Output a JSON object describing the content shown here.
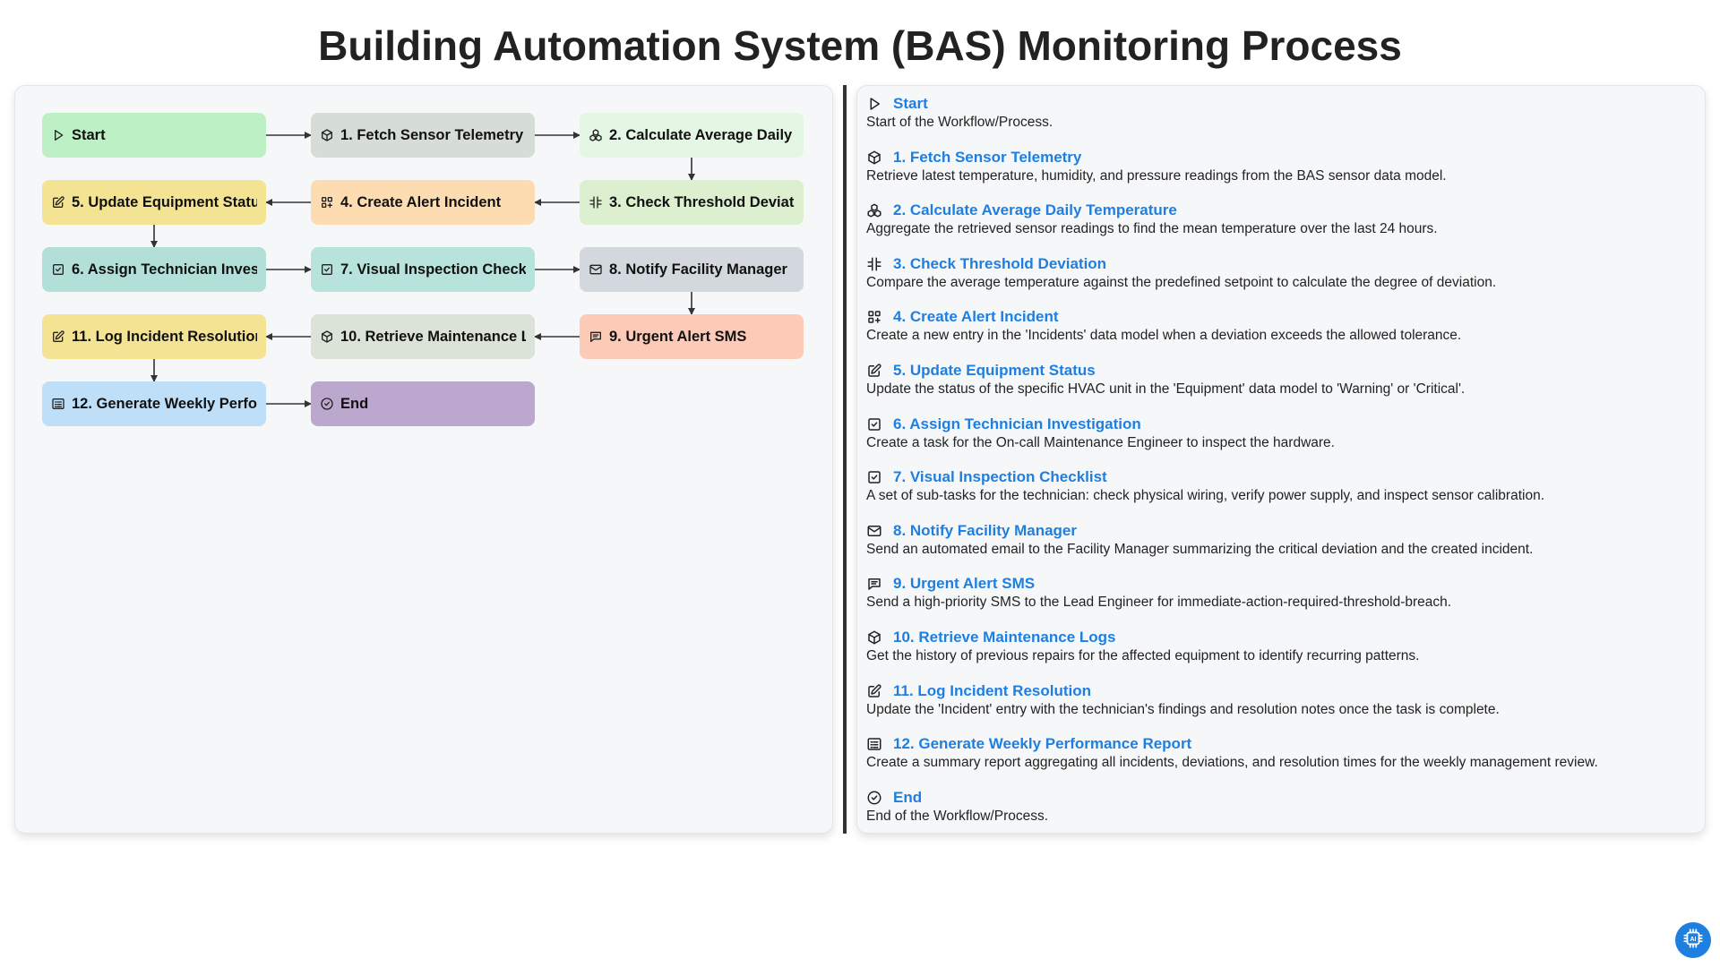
{
  "page": {
    "title": "Building Automation System (BAS) Monitoring Process"
  },
  "flow": {
    "nodes": [
      {
        "id": "start",
        "label": "Start",
        "icon": "play-icon",
        "color": "#bdf0c4"
      },
      {
        "id": "n1",
        "label": "1. Fetch Sensor Telemetry",
        "icon": "cube-icon",
        "color": "#d6ddd6"
      },
      {
        "id": "n2",
        "label": "2. Calculate Average Daily Temperature",
        "icon": "cluster-icon",
        "color": "#e4f6e4"
      },
      {
        "id": "n3",
        "label": "3. Check Threshold Deviation",
        "icon": "hash-icon",
        "color": "#dcf0cf"
      },
      {
        "id": "n4",
        "label": "4. Create Alert Incident",
        "icon": "grid-plus-icon",
        "color": "#fddcb2"
      },
      {
        "id": "n5",
        "label": "5. Update Equipment Status",
        "icon": "edit-icon",
        "color": "#f3e393"
      },
      {
        "id": "n6",
        "label": "6. Assign Technician Investigation",
        "icon": "checkbox-icon",
        "color": "#b2e0d9"
      },
      {
        "id": "n7",
        "label": "7. Visual Inspection Checklist",
        "icon": "checkbox-icon",
        "color": "#b7e3dc"
      },
      {
        "id": "n8",
        "label": "8. Notify Facility Manager",
        "icon": "mail-icon",
        "color": "#d3d8de"
      },
      {
        "id": "n9",
        "label": "9. Urgent Alert SMS",
        "icon": "message-icon",
        "color": "#fdcab8"
      },
      {
        "id": "n10",
        "label": "10. Retrieve Maintenance Logs",
        "icon": "cube-icon",
        "color": "#dbe2d8"
      },
      {
        "id": "n11",
        "label": "11. Log Incident Resolution",
        "icon": "edit-icon",
        "color": "#f3e393"
      },
      {
        "id": "n12",
        "label": "12. Generate Weekly Performance Report",
        "icon": "list-icon",
        "color": "#bfdff8"
      },
      {
        "id": "end",
        "label": "End",
        "icon": "check-circle-icon",
        "color": "#bca7cf"
      }
    ]
  },
  "details": [
    {
      "icon": "play-icon",
      "title": "Start",
      "text": "Start of the Workflow/Process."
    },
    {
      "icon": "cube-icon",
      "title": "1. Fetch Sensor Telemetry",
      "text": "Retrieve latest temperature, humidity, and pressure readings from the BAS sensor data model."
    },
    {
      "icon": "cluster-icon",
      "title": "2. Calculate Average Daily Temperature",
      "text": "Aggregate the retrieved sensor readings to find the mean temperature over the last 24 hours."
    },
    {
      "icon": "hash-icon",
      "title": "3. Check Threshold Deviation",
      "text": "Compare the average temperature against the predefined setpoint to calculate the degree of deviation."
    },
    {
      "icon": "grid-plus-icon",
      "title": "4. Create Alert Incident",
      "text": "Create a new entry in the 'Incidents' data model when a deviation exceeds the allowed tolerance."
    },
    {
      "icon": "edit-icon",
      "title": "5. Update Equipment Status",
      "text": "Update the status of the specific HVAC unit in the 'Equipment' data model to 'Warning' or 'Critical'."
    },
    {
      "icon": "checkbox-icon",
      "title": "6. Assign Technician Investigation",
      "text": "Create a task for the On-call Maintenance Engineer to inspect the hardware."
    },
    {
      "icon": "checkbox-icon",
      "title": "7. Visual Inspection Checklist",
      "text": "A set of sub-tasks for the technician: check physical wiring, verify power supply, and inspect sensor calibration."
    },
    {
      "icon": "mail-icon",
      "title": "8. Notify Facility Manager",
      "text": "Send an automated email to the Facility Manager summarizing the critical deviation and the created incident."
    },
    {
      "icon": "message-icon",
      "title": "9. Urgent Alert SMS",
      "text": "Send a high-priority SMS to the Lead Engineer for immediate-action-required-threshold-breach."
    },
    {
      "icon": "cube-icon",
      "title": "10. Retrieve Maintenance Logs",
      "text": "Get the history of previous repairs for the affected equipment to identify recurring patterns."
    },
    {
      "icon": "edit-icon",
      "title": "11. Log Incident Resolution",
      "text": "Update the 'Incident' entry with the technician's findings and resolution notes once the task is complete."
    },
    {
      "icon": "list-icon",
      "title": "12. Generate Weekly Performance Report",
      "text": "Create a summary report aggregating all incidents, deviations, and resolution times for the weekly management review."
    },
    {
      "icon": "check-circle-icon",
      "title": "End",
      "text": "End of the Workflow/Process."
    }
  ],
  "assistant": {
    "icon": "ai-chip-icon"
  }
}
